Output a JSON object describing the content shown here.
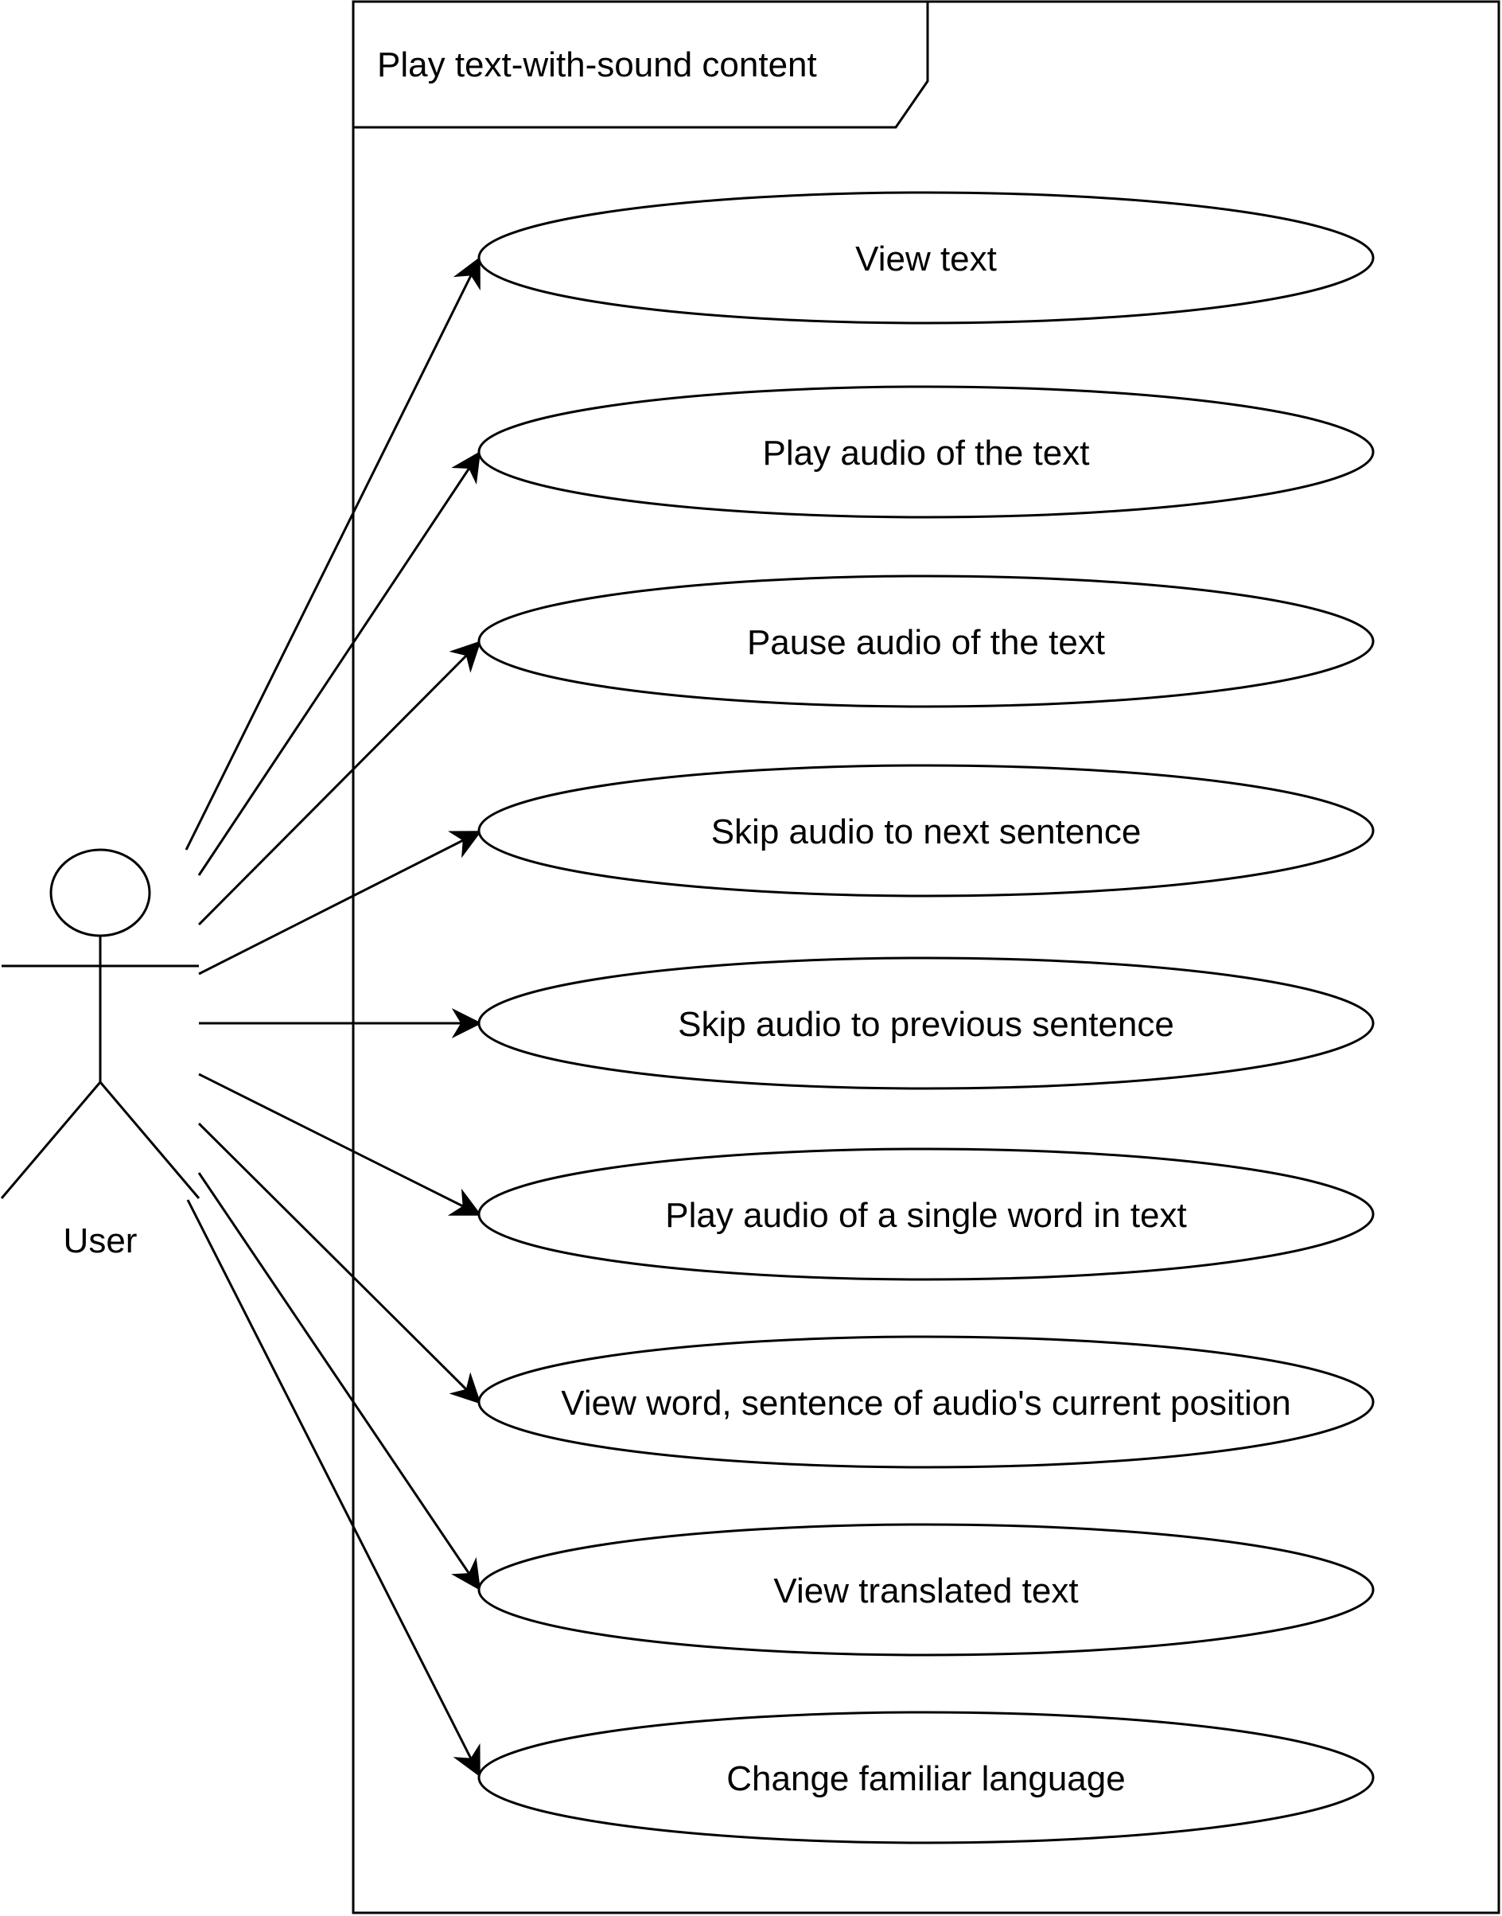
{
  "diagram": {
    "boundary_title": "Play text-with-sound content",
    "actor": {
      "label": "User",
      "icon": "stick-figure-actor-icon"
    },
    "use_cases": [
      {
        "id": "view-text",
        "label": "View text"
      },
      {
        "id": "play-audio",
        "label": "Play audio of the text"
      },
      {
        "id": "pause-audio",
        "label": "Pause audio of the text"
      },
      {
        "id": "skip-next",
        "label": "Skip audio to next sentence"
      },
      {
        "id": "skip-previous",
        "label": "Skip audio to previous sentence"
      },
      {
        "id": "play-single-word",
        "label": "Play audio of a single word in text"
      },
      {
        "id": "view-current-position",
        "label": "View word, sentence of audio's current position"
      },
      {
        "id": "view-translated",
        "label": "View translated text"
      },
      {
        "id": "change-language",
        "label": "Change familiar language"
      }
    ],
    "colors": {
      "stroke": "#000000",
      "fill": "#ffffff"
    }
  }
}
